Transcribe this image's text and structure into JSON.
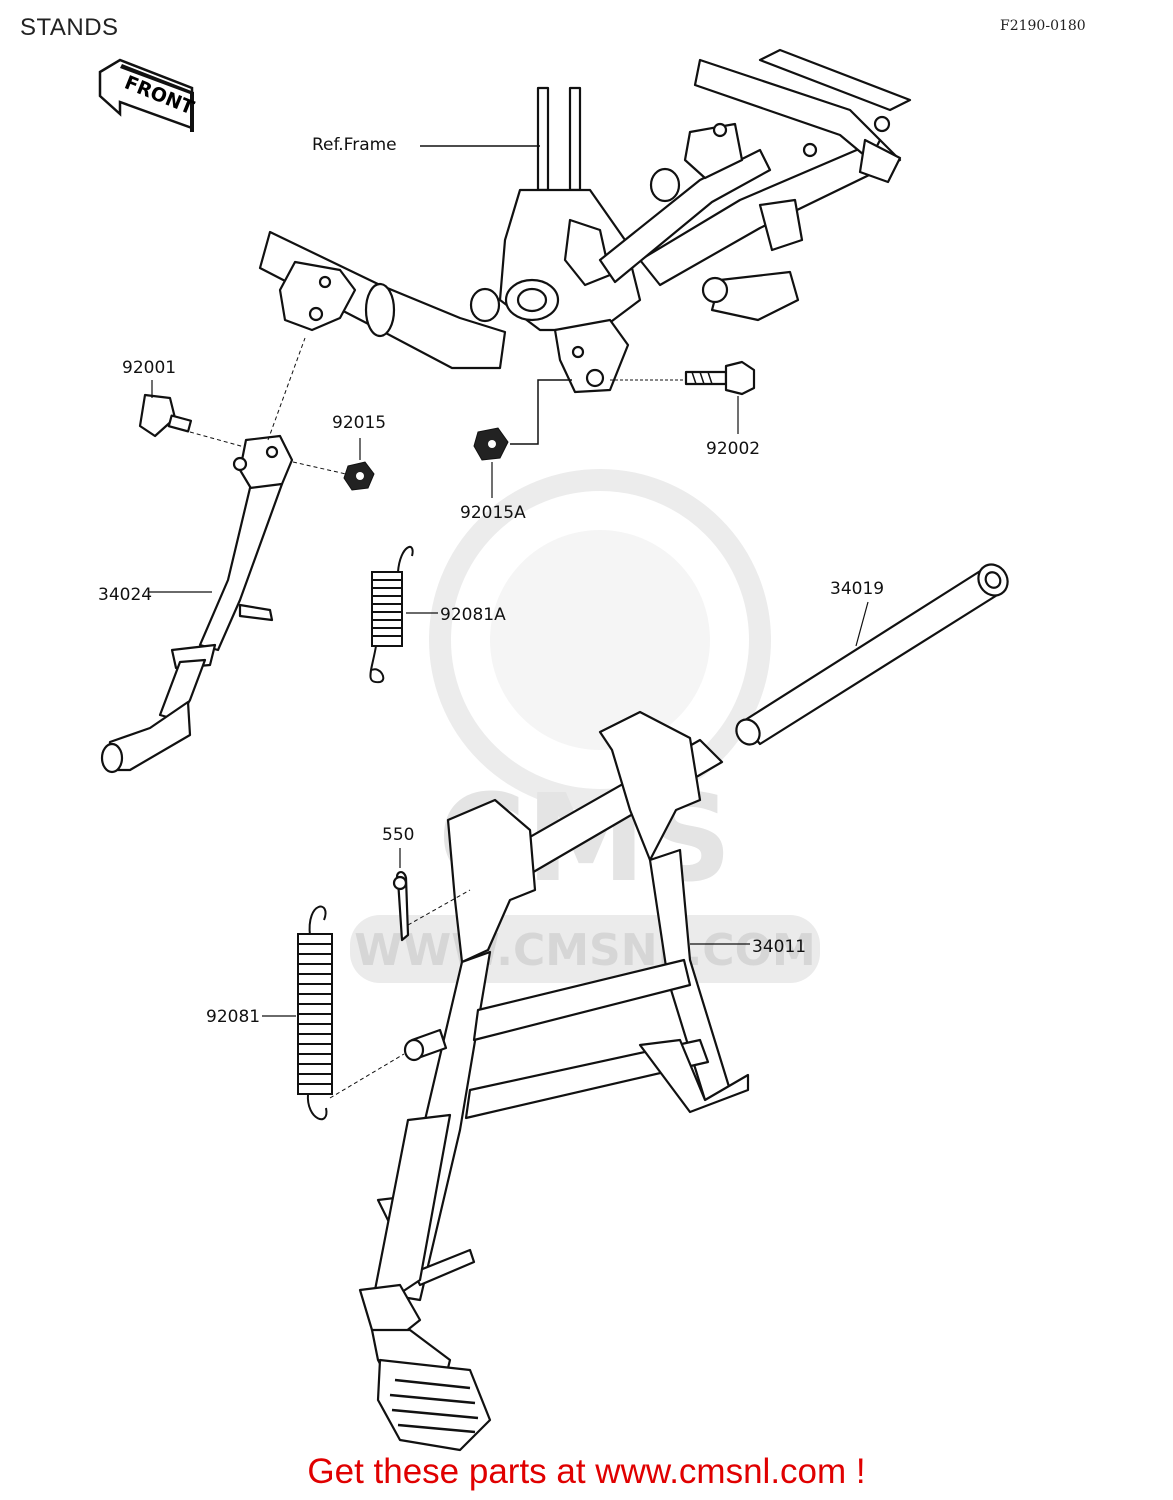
{
  "header": {
    "title": "STANDS",
    "diagram_code": "F2190-0180"
  },
  "front_arrow_label": "FRONT",
  "frame_label": "Ref.Frame",
  "parts": [
    {
      "id": "92001",
      "label": "92001"
    },
    {
      "id": "92015",
      "label": "92015"
    },
    {
      "id": "92015A",
      "label": "92015A"
    },
    {
      "id": "92002",
      "label": "92002"
    },
    {
      "id": "34024",
      "label": "34024"
    },
    {
      "id": "92081A",
      "label": "92081A"
    },
    {
      "id": "34019",
      "label": "34019"
    },
    {
      "id": "550",
      "label": "550"
    },
    {
      "id": "34011",
      "label": "34011"
    },
    {
      "id": "92081",
      "label": "92081"
    }
  ],
  "watermark": {
    "logo_text": "CMS",
    "url_text": "WWW.CMSNL.COM"
  },
  "footer": {
    "cta_text": "Get these parts at www.cmsnl.com !"
  }
}
